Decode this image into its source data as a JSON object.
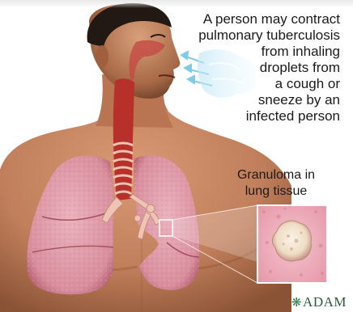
{
  "illustration": {
    "transmission_caption": [
      "A person may contract",
      "pulmonary tuberculosis",
      "from inhaling",
      "droplets from",
      "a cough or",
      "sneeze by an",
      "infected person"
    ],
    "granuloma_caption": [
      "Granuloma in",
      "lung tissue"
    ],
    "logo_text": "ADAM",
    "colors": {
      "skin": "#c98a66",
      "skin_shadow": "#8a5335",
      "lung": "#e3a0ad",
      "lung_edge": "#b4606f",
      "trachea": "#f0c4b4",
      "airway": "#b8302a",
      "breath": "#8fd3ee",
      "inset_tissue": "#f2b3c0",
      "granuloma": "#f6ead8"
    },
    "icons": [
      "adam-logo-icon",
      "breath-arrow-icon"
    ]
  }
}
